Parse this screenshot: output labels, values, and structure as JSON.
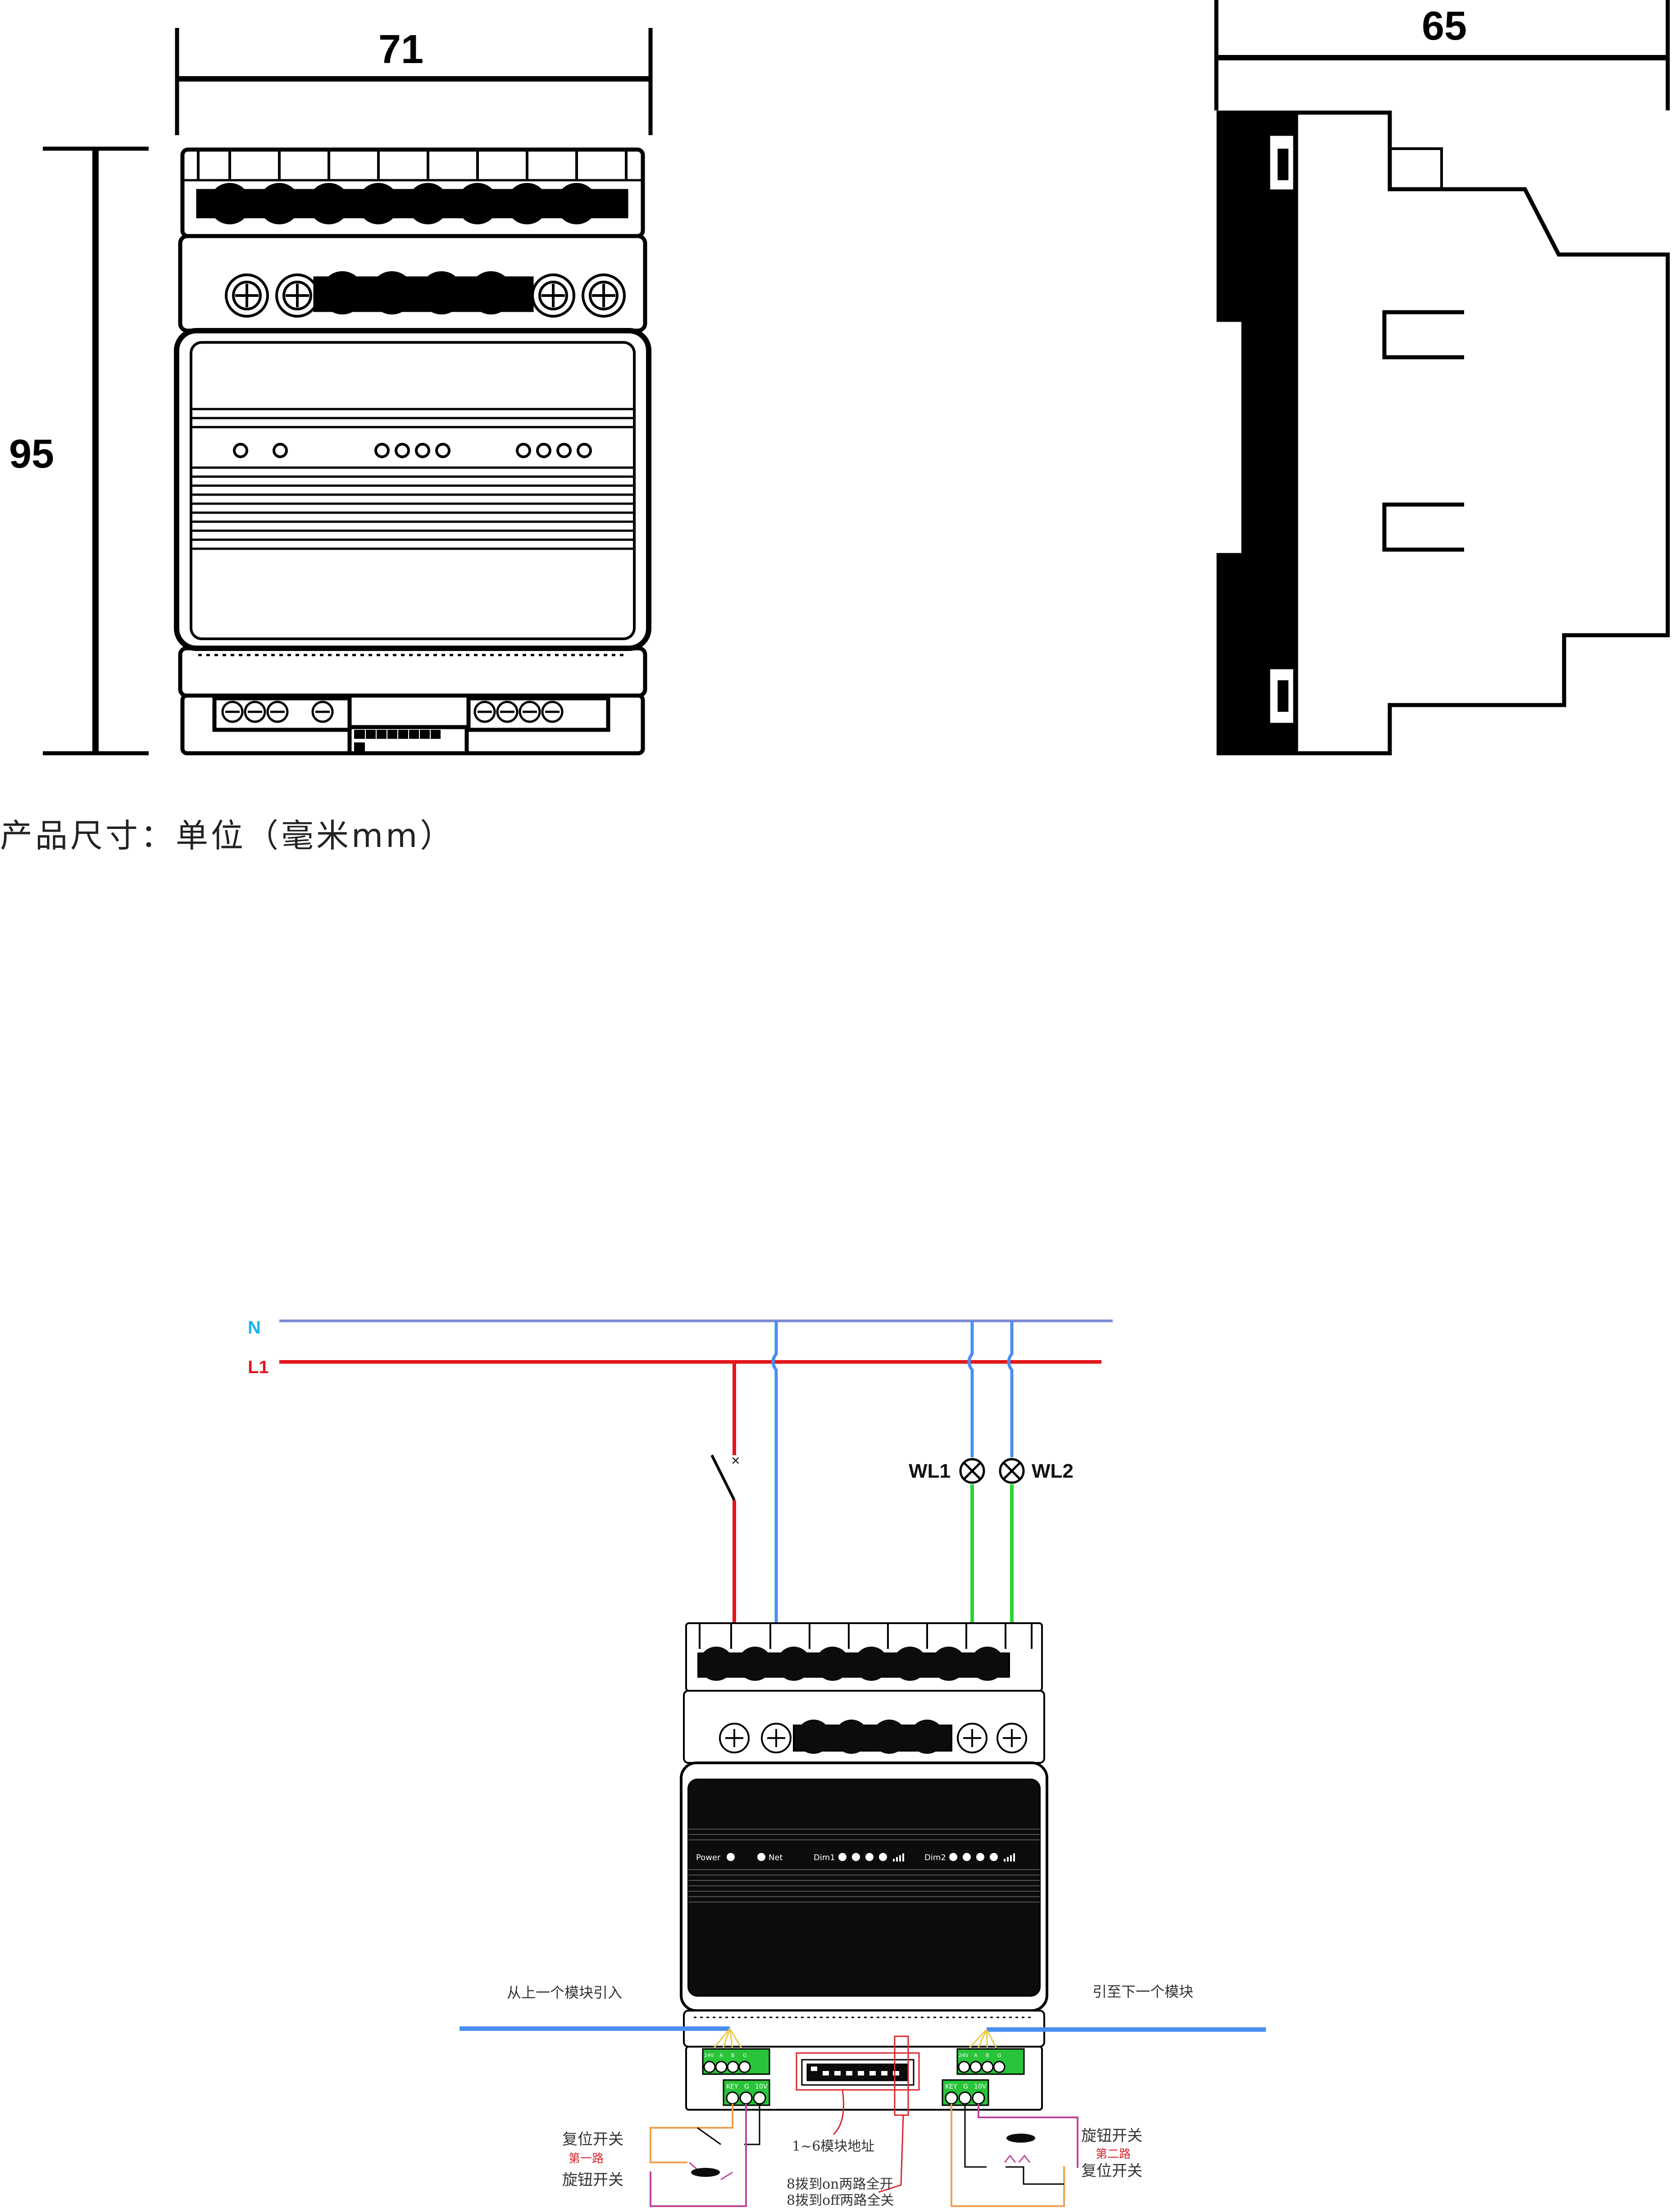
{
  "dimensions": {
    "width_label": "71",
    "height_label": "95",
    "depth_label": "65",
    "caption": "产品尺寸：单位（毫米mm）"
  },
  "wiring": {
    "n_label": "N",
    "l1_label": "L1",
    "lamp1_label": "WL1",
    "lamp2_label": "WL2",
    "from_prev_module": "从上一个模块引入",
    "to_next_module": "引至下一个模块",
    "panel": {
      "power": "Power",
      "net": "Net",
      "dim1": "Dim1",
      "dim2": "Dim2"
    },
    "terminal_block": {
      "key": "KEY",
      "g": "G",
      "v10": "10V",
      "bus_labels": [
        "24V",
        "A",
        "B",
        "G"
      ]
    },
    "left_reset_switch": "复位开关",
    "left_channel": "第一路",
    "left_knob_switch": "旋钮开关",
    "address_note": "1~6模块地址",
    "dip8_on_note": "8拨到on两路全开",
    "dip8_off_note": "8拨到off两路全关",
    "right_knob_switch": "旋钮开关",
    "right_channel": "第二路",
    "right_reset_switch": "复位开关"
  },
  "colors": {
    "neutral": "#7f8bd8",
    "live": "#e3161d",
    "lamp_wire": "#2ad630",
    "bus": "#4a8ff0",
    "orange": "#f0a050",
    "magenta": "#c0469c",
    "annot_red": "#d9262c",
    "device_dark": "#0c0c0c"
  }
}
